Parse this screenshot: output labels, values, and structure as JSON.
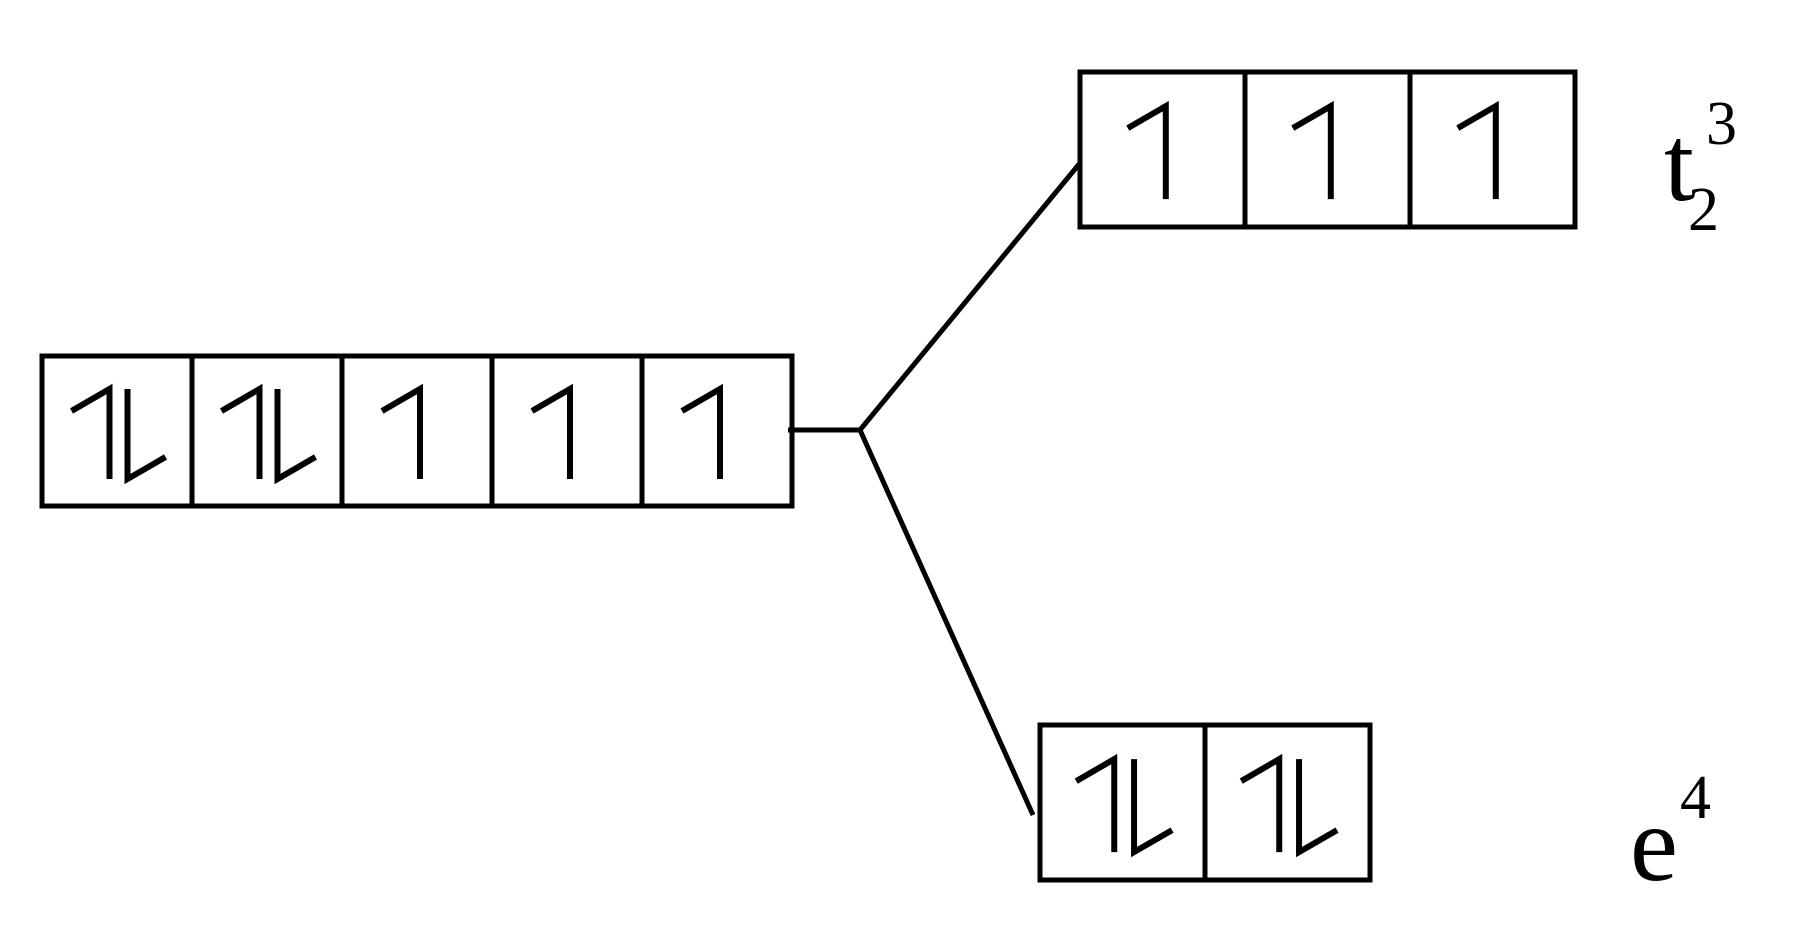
{
  "diagram": {
    "line_color": "#000000",
    "background": "#ffffff",
    "degenerate_set": {
      "orbitals": [
        "paired",
        "paired",
        "up",
        "up",
        "up"
      ]
    },
    "upper_set": {
      "orbitals": [
        "up",
        "up",
        "up"
      ],
      "label": {
        "base": "t",
        "subscript": "2",
        "superscript": "3"
      }
    },
    "lower_set": {
      "orbitals": [
        "paired",
        "paired"
      ],
      "label": {
        "base": "e",
        "superscript": "4"
      }
    }
  }
}
